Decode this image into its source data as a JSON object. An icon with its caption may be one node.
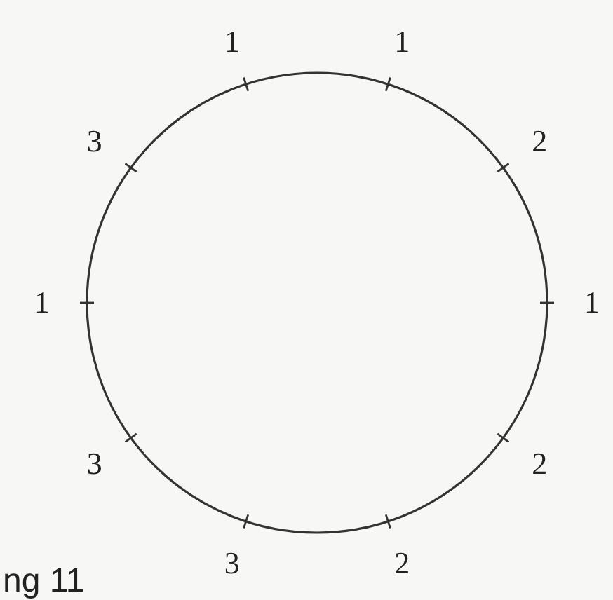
{
  "diagram": {
    "labels": [
      "1",
      "1",
      "3",
      "2",
      "1",
      "1",
      "3",
      "2",
      "ng 11",
      "3",
      "2"
    ]
  }
}
